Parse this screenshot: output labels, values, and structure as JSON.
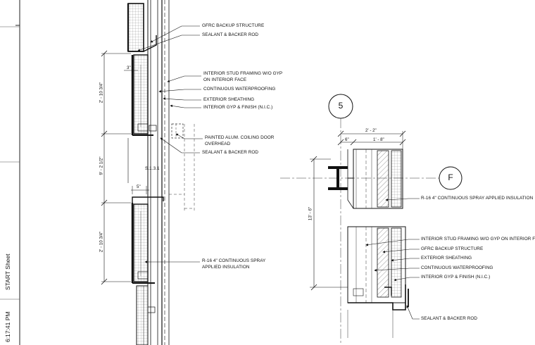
{
  "sidebar": {
    "sheet_label": "START Sheet",
    "timestamp": "6:17:41 PM"
  },
  "left_detail": {
    "detail_ref": "S.1.3.1",
    "dimensions": {
      "d1": "3\"",
      "d2": "2' - 10 3/4\"",
      "d3": "9' - 2 1/2\"",
      "d4": "5\"",
      "d5": "2' - 10 3/4\""
    },
    "notes": {
      "gfrc": "GFRC BACKUP STRUCTURE",
      "sealant_top": "SEALANT & BACKER ROD",
      "stud_1": "INTERIOR STUD FRAMING W/O GYP",
      "stud_2": "ON INTERIOR FACE",
      "waterproofing": "CONTINUOUS WATERPROOFING",
      "sheathing": "EXTERIOR SHEATHING",
      "gyp": "INTERIOR  GYP & FINISH (N.I.C.)",
      "door_1": "PAINTED ALUM. COILING DOOR",
      "door_2": "OVERHEAD",
      "sealant_bottom": "SEALANT & BACKER ROD",
      "insul_1": "R-16 4\" CONTINUOUS SPRAY",
      "insul_2": "APPLIED INSULATION"
    }
  },
  "right_detail": {
    "grid_bubble_top": "5",
    "grid_bubble_right": "F",
    "dimensions": {
      "overall": "2' - 2\"",
      "left": "6\"",
      "right": "1' - 8\"",
      "vertical": "13' - 6\""
    },
    "notes": {
      "insulation": "R-16 4\" CONTINUOUS SPRAY APPLIED INSULATION",
      "stud": "INTERIOR STUD FRAMING W/O GYP ON INTERIOR FACE",
      "gfrc": "GFRC BACKUP STRUCTURE",
      "sheathing": "EXTERIOR SHEATHING",
      "waterproofing": "CONTINUOUS WATERPROOFING",
      "gyp": "INTERIOR GYP & FINISH (N.I.C.)",
      "sealant": "SEALANT & BACKER ROD"
    }
  }
}
